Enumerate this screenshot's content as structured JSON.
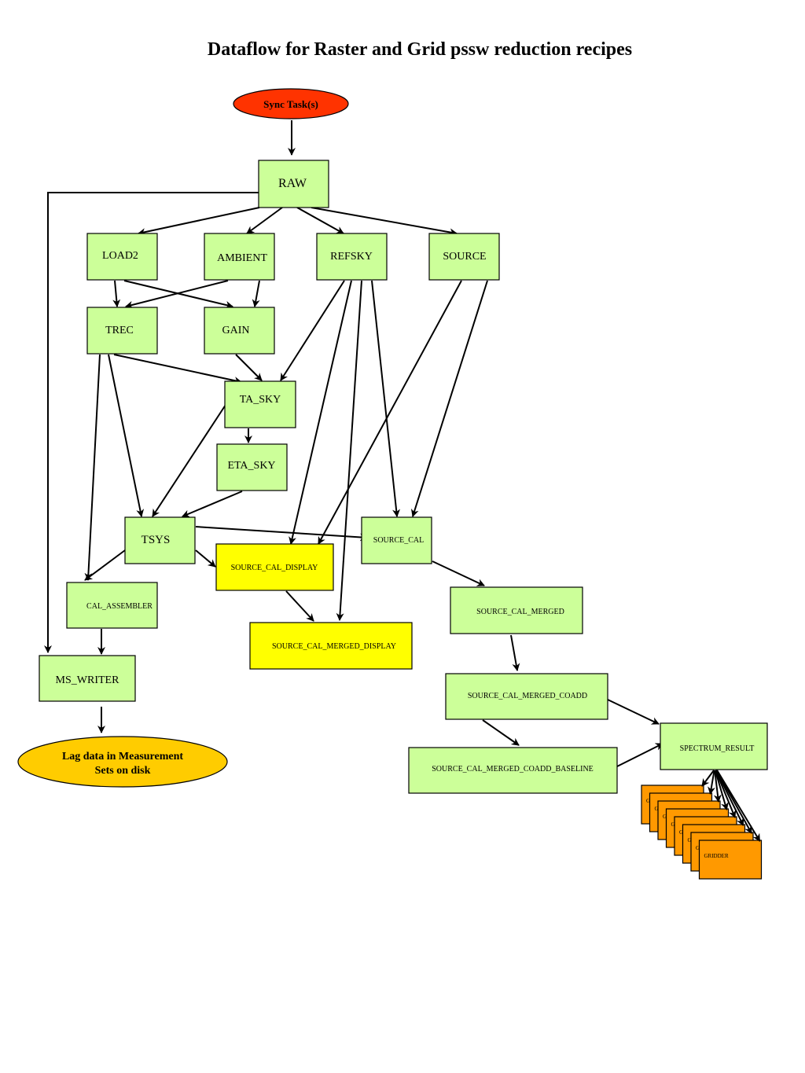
{
  "title": "Dataflow for Raster and Grid pssw reduction recipes",
  "colors": {
    "task": "#ccff99",
    "display": "#ffff00",
    "start": "#ff3300",
    "end": "#ffcc00",
    "gridder": "#ff9900",
    "stroke": "#000000"
  },
  "nodes": {
    "sync": "Sync Task(s)",
    "raw": "RAW",
    "load2": "LOAD2",
    "ambient": "AMBIENT",
    "refsky": "REFSKY",
    "source": "SOURCE",
    "trec": "TREC",
    "gain": "GAIN",
    "ta_sky": "TA_SKY",
    "eta_sky": "ETA_SKY",
    "tsys": "TSYS",
    "source_cal": "SOURCE_CAL",
    "source_cal_display": "SOURCE_CAL_DISPLAY",
    "cal_assembler": "CAL_ASSEMBLER",
    "source_cal_merged": "SOURCE_CAL_MERGED",
    "source_cal_merged_display": "SOURCE_CAL_MERGED_DISPLAY",
    "ms_writer": "MS_WRITER",
    "source_cal_merged_coadd": "SOURCE_CAL_MERGED_COADD",
    "source_cal_merged_coadd_baseline": "SOURCE_CAL_MERGED_COADD_BASELINE",
    "spectrum_result": "SPECTRUM_RESULT",
    "lag_data_line1": "Lag data in Measurement",
    "lag_data_line2": "Sets on disk",
    "gridder": "GRIDDER"
  }
}
